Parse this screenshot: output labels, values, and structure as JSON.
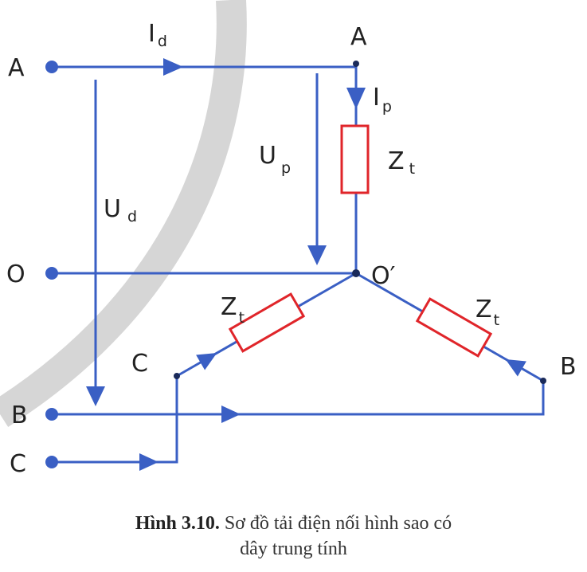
{
  "labels": {
    "A_left": "A",
    "O_left": "O",
    "B_left": "B",
    "C_left": "C",
    "A_node": "A",
    "O_node": "O′",
    "B_node": "B",
    "C_node": "C",
    "Id": "I",
    "Id_sub": "d",
    "Ip": "I",
    "Ip_sub": "p",
    "Up": "U",
    "Up_sub": "p",
    "Ud": "U",
    "Ud_sub": "d",
    "Zt": "Z",
    "Zt_sub": "t"
  },
  "caption": {
    "prefix": "Hình 3.10.",
    "line1": "Sơ đồ tải điện nối hình sao có",
    "line2": "dây trung tính"
  },
  "colors": {
    "wire": "#3a5fc4",
    "resistor": "#e0252a",
    "watermark": "#d4d4d4"
  }
}
